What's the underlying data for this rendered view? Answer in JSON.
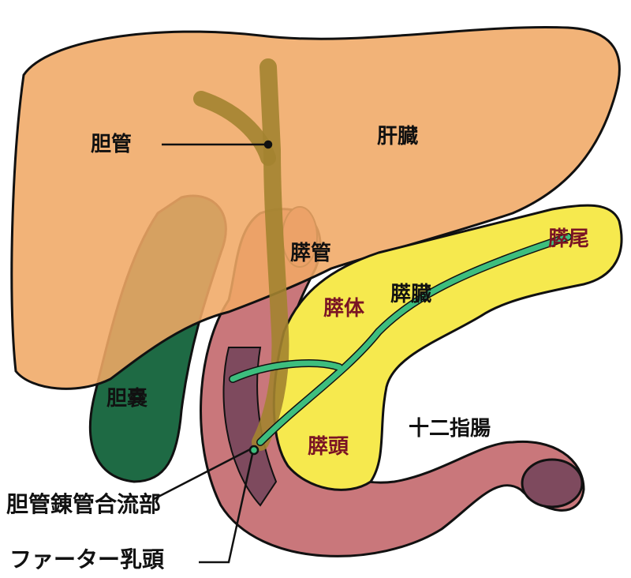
{
  "labels": {
    "bile_duct": "胆管",
    "liver": "肝臓",
    "pancreatic_duct": "膵管",
    "pancreas_tail": "膵尾",
    "pancreas_body": "膵体",
    "pancreas": "膵臓",
    "gallbladder": "胆嚢",
    "duodenum": "十二指腸",
    "pancreas_head": "膵頭",
    "junction": "胆管錬管合流部",
    "papilla": "ファーター乳頭"
  },
  "colors": {
    "liver": "#F0A965",
    "pancreas": "#F6E94E",
    "duodenum": "#C9777B",
    "duodenum_inner": "#7E4A5E",
    "gallbladder": "#1E6A44",
    "bile_duct": "#A38330",
    "pancreatic_duct": "#3DBE7E",
    "organ_label": "#7A1424"
  }
}
